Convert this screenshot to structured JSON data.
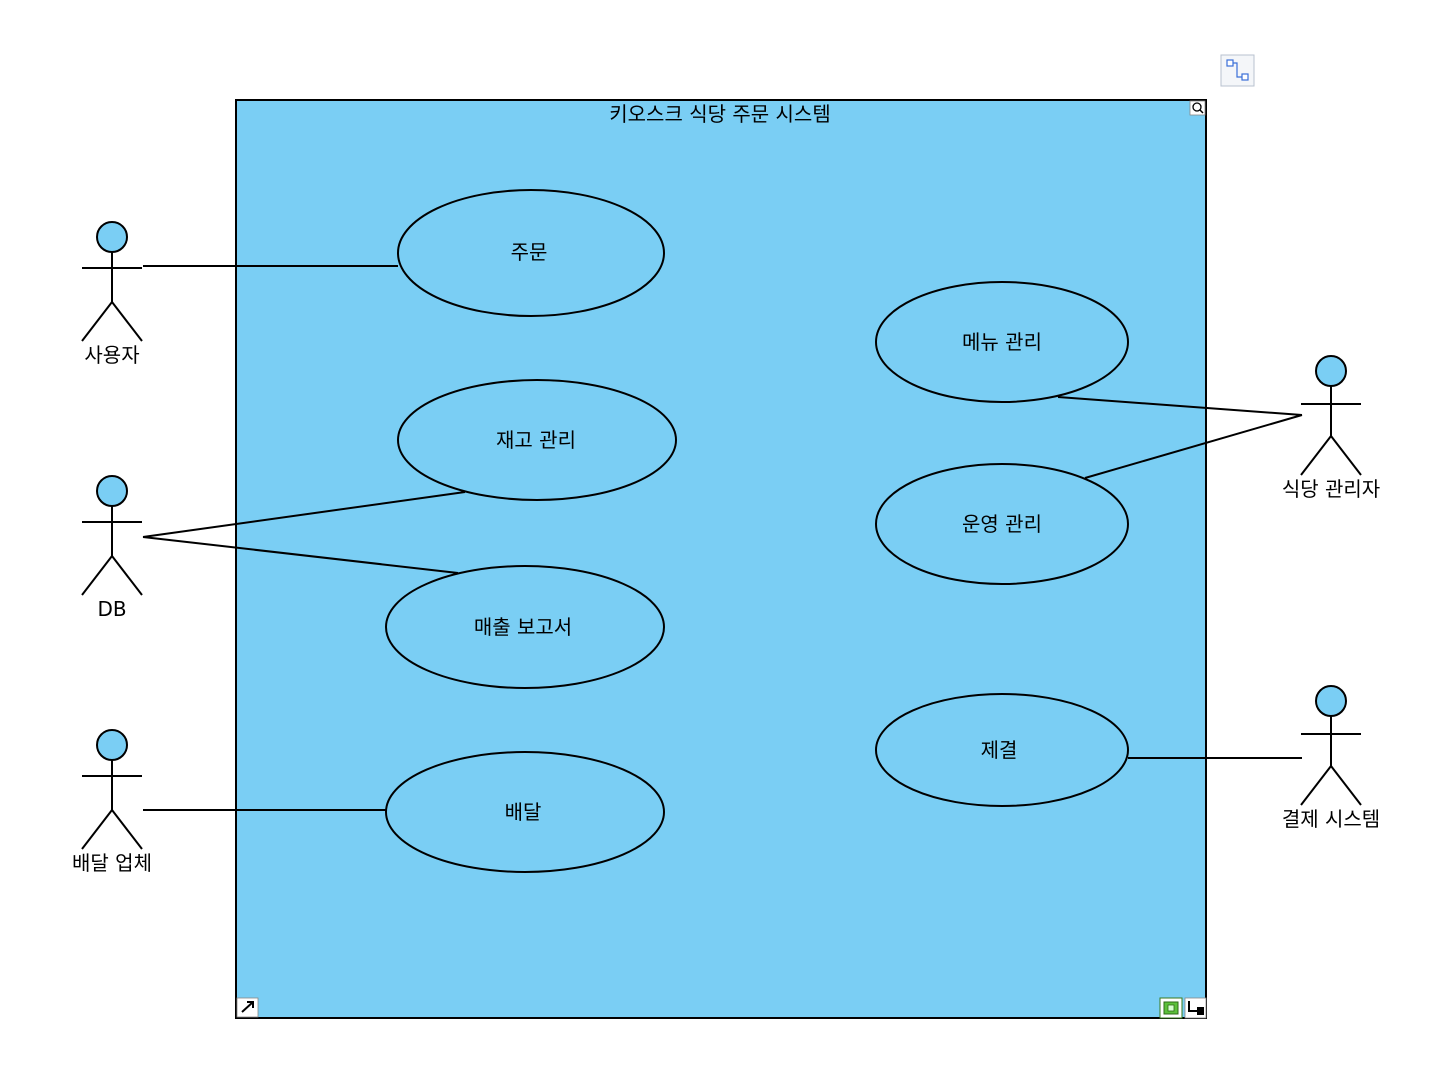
{
  "system": {
    "title": "키오스크 식당 주문 시스템",
    "fill": "#7acef4"
  },
  "use_cases": {
    "order": "주문",
    "menu_mgmt": "메뉴 관리",
    "inventory_mgmt": "재고 관리",
    "operation_mgmt": "운영 관리",
    "sales_report": "매출 보고서",
    "payment": "제결",
    "delivery": "배달"
  },
  "actors": {
    "user": "사용자",
    "db": "DB",
    "delivery_company": "배달 업체",
    "restaurant_manager": "식당 관리자",
    "payment_system": "결제 시스템"
  },
  "icons": [
    "magnify-icon",
    "connector-icon",
    "resize-icon",
    "diagram-overview-icon",
    "align-icon"
  ]
}
